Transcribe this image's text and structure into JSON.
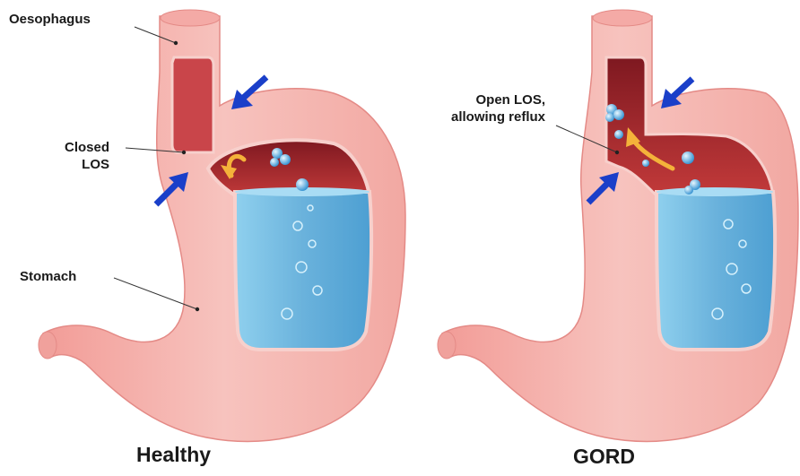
{
  "left_panel": {
    "caption": "Healthy",
    "labels": {
      "oesophagus": "Oesophagus",
      "closed_los_line1": "Closed",
      "closed_los_line2": "LOS",
      "stomach": "Stomach"
    }
  },
  "right_panel": {
    "caption": "GORD",
    "labels": {
      "open_los_line1": "Open LOS,",
      "open_los_line2": "allowing reflux"
    }
  },
  "colors": {
    "tissue_outer": "#f5b5b0",
    "tissue_inner": "#f7c7c2",
    "cavity": "#a8262d",
    "liquid": "#6fb7dd",
    "arrow": "#1a3fc9",
    "reflux_arrow": "#f4b23a",
    "label_text": "#1a1a1a"
  }
}
